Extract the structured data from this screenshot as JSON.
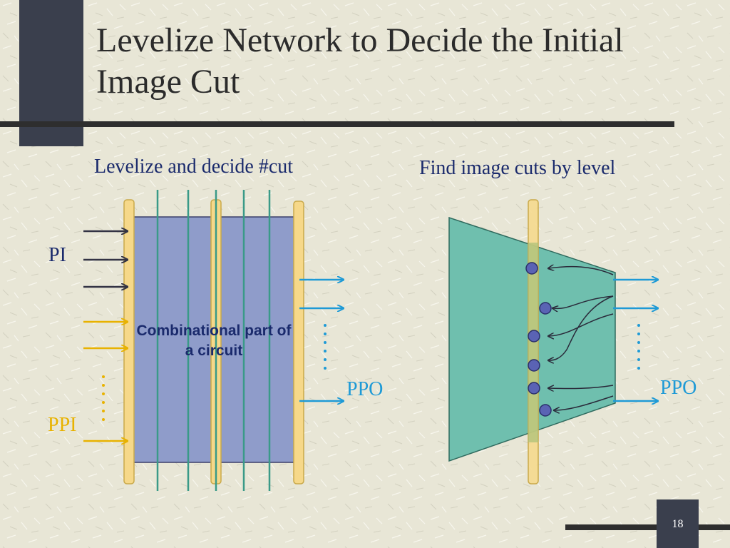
{
  "slide": {
    "title": "Levelize Network to Decide the Initial Image Cut",
    "page_number": "18"
  },
  "left_panel": {
    "caption": "Levelize and decide #cut",
    "block_text": "Combinational part of a circuit",
    "pi_label": "PI",
    "ppi_label": "PPI",
    "ppo_label": "PPO"
  },
  "right_panel": {
    "caption": "Find image cuts by level",
    "ppo_label": "PPO"
  },
  "colors": {
    "block_fill": "#8f9cca",
    "cut_fill": "#f6d889",
    "cut_stroke": "#c9a94a",
    "level_line": "#3a9a88",
    "trapezoid_fill": "#6fbfae",
    "node_fill": "#5a63b4",
    "pi_arrow": "#333344",
    "ppi_arrow": "#e8b200",
    "ppo_arrow": "#1e9ad6"
  }
}
